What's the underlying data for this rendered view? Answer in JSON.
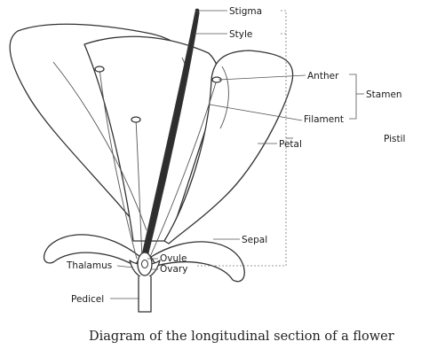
{
  "labels": {
    "stigma": "Stigma",
    "style": "Style",
    "anther": "Anther",
    "stamen": "Stamen",
    "filament": "Filament",
    "petal": "Petal",
    "pistil": "Pistil",
    "sepal": "Sepal",
    "ovule": "Ovule",
    "ovary": "Ovary",
    "thalamus": "Thalamus",
    "pedicel": "Pedicel"
  },
  "caption": "Diagram of the longitudinal section of a flower"
}
